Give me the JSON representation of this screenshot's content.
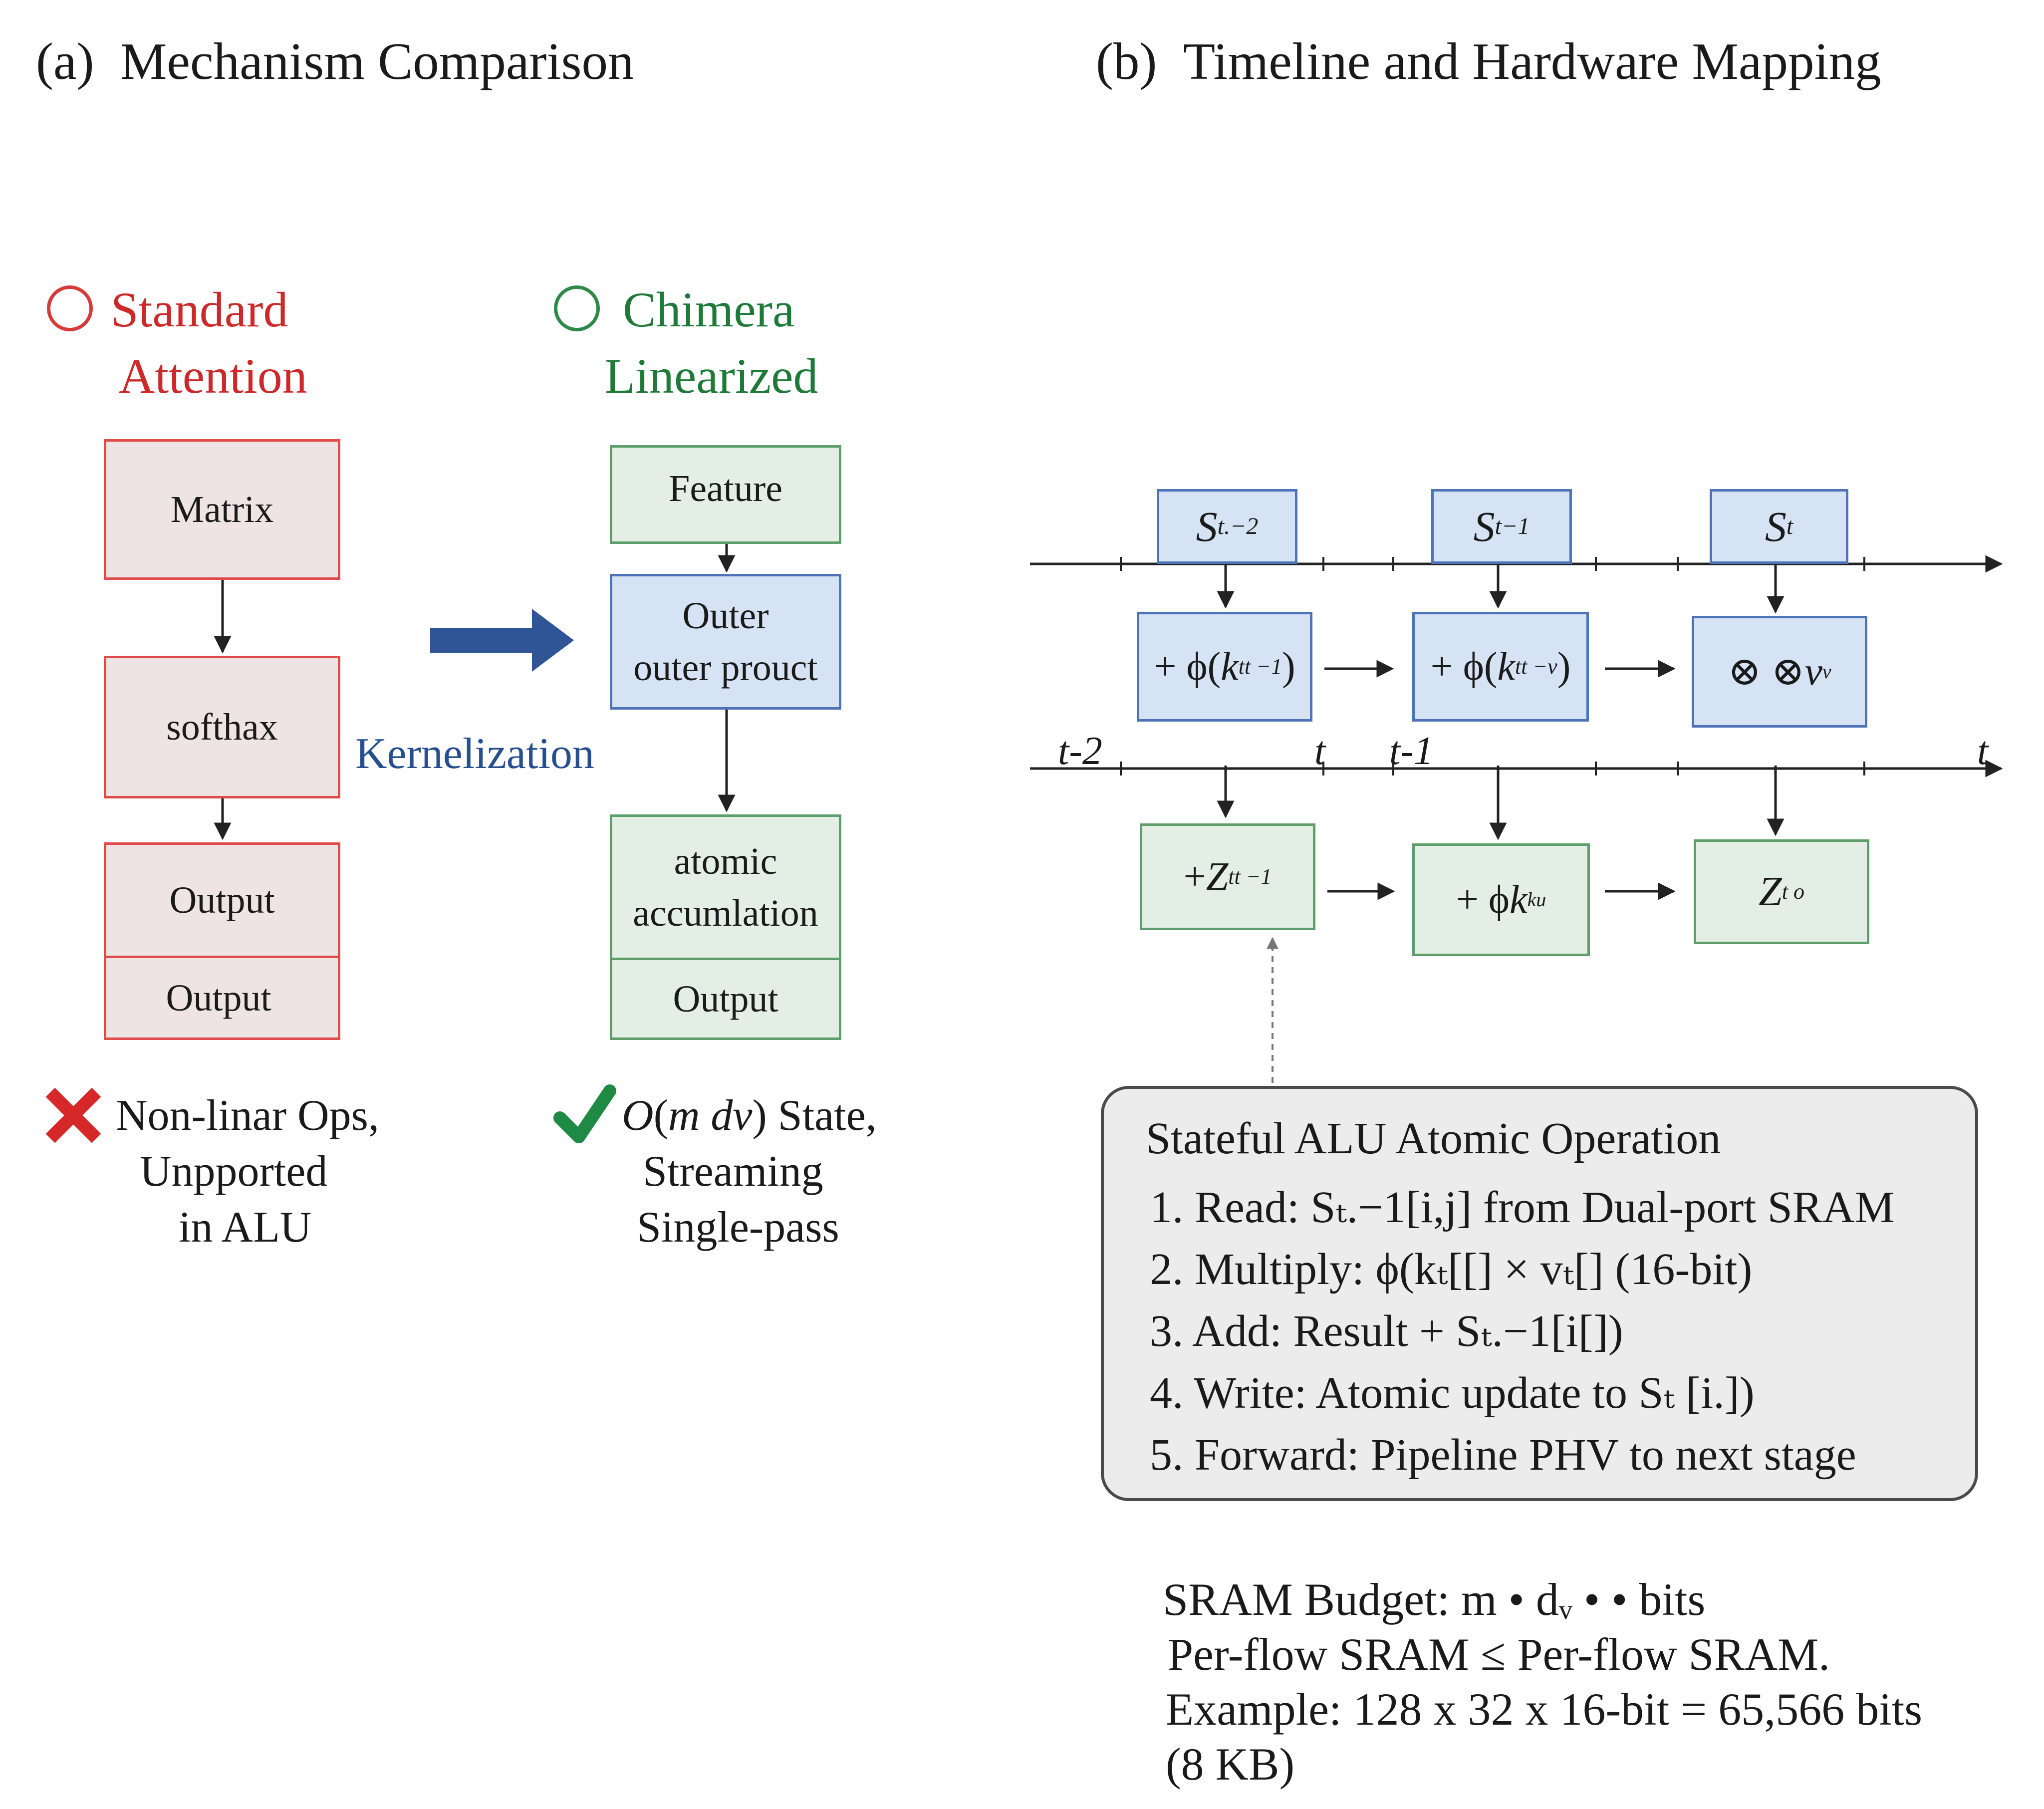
{
  "panel_a": {
    "label": "(a)",
    "title": "Mechanism Comparison",
    "standard": {
      "header_line1": "Standard",
      "header_line2": "Attention",
      "boxes": [
        "Matrix",
        "softhax",
        "Output",
        "Output"
      ],
      "verdict_line1": "Non-linar Ops,",
      "verdict_line2": "Unpported",
      "verdict_line3": "in ALU"
    },
    "chimera": {
      "header_line1": "Chimera",
      "header_line2": "Linearized",
      "boxes": [
        "Feature",
        "Outer",
        "outer prouct",
        "atomic",
        "accumlation",
        "Output"
      ],
      "verdict_line1_italic": "O",
      "verdict_line1_rest_a": "(",
      "verdict_line1_italic2": "m dv",
      "verdict_line1_rest_b": ") State,",
      "verdict_line2": "Streaming",
      "verdict_line3": "Single-pass"
    },
    "arrow_label": "Kernelization"
  },
  "panel_b": {
    "label": "(b)",
    "title": "Timeline and Hardware Mapping",
    "state_boxes": [
      {
        "main": "S",
        "sub": "t.−2"
      },
      {
        "main": "S",
        "sub": "t−1"
      },
      {
        "main": "S",
        "sub": "t"
      }
    ],
    "blue_row": [
      {
        "pre": "+ ϕ(",
        "var": "k",
        "sub": "tt −1",
        "post": ")"
      },
      {
        "pre": "+ ϕ(",
        "var": "k",
        "sub": "tt −v",
        "post": ")"
      },
      {
        "pre": "⊗ ⊗ ",
        "var": "v",
        "sub": "v",
        "post": ""
      }
    ],
    "time_labels": [
      "t-2",
      "t",
      "t-1",
      "t"
    ],
    "green_row": [
      {
        "pre": "+ ",
        "var": "Z",
        "sub": "tt −1"
      },
      {
        "pre": "+ ϕ ",
        "var": "k",
        "sub": "ku"
      },
      {
        "pre": "",
        "var": "Z",
        "sub": "t o"
      }
    ],
    "alu_panel": {
      "title": "Stateful ALU Atomic Operation",
      "steps": [
        "1.  Read: Sₜ.−1[i,j] from Dual-port SRAM",
        "2.  Multiply: ϕ(kₜ[[] × vₜ[] (16-bit)",
        "3.  Add: Result + Sₜ.−1[i[])",
        "4.  Write: Atomic update to Sₜ [i.])",
        "5.  Forward: Pipeline PHV to next stage"
      ]
    },
    "budget": {
      "line1": "SRAM Budget: m • dᵥ • • bits",
      "line2": "Per-flow SRAM ≤ Per-flow SRAM.",
      "line3": "Example: 128 x 32 x 16-bit = 65,566 bits",
      "line4": "(8 KB)"
    }
  },
  "colors": {
    "red": "#cc2a2a",
    "green": "#1f7a3a",
    "blue_text": "#274f8f",
    "arrow_blue": "#2f5597",
    "red_box_fill": "#efe4e4",
    "green_box_fill": "#e3efe4",
    "blue_box_fill": "#d5e3f4"
  },
  "icons": {
    "fail": "cross-icon",
    "pass": "check-icon"
  }
}
